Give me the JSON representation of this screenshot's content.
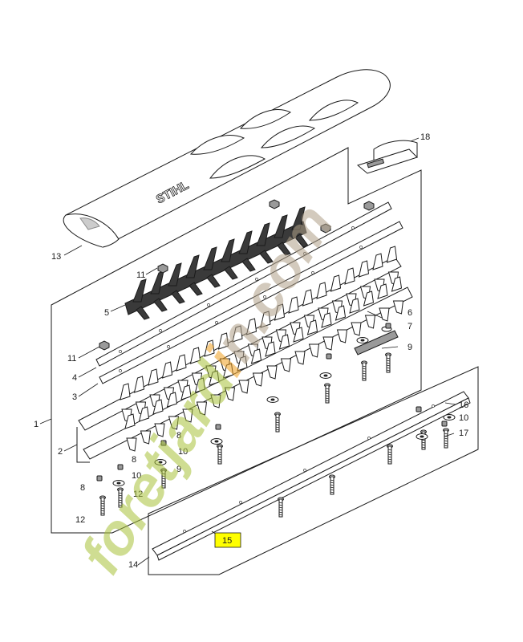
{
  "callouts": {
    "c1": "1",
    "c2": "2",
    "c3": "3",
    "c4": "4",
    "c5": "5",
    "c6": "6",
    "c7": "7",
    "c8a": "8",
    "c8b": "8",
    "c8c": "8",
    "c9a": "9",
    "c9b": "9",
    "c10a": "10",
    "c10b": "10",
    "c10c": "10",
    "c11a": "11",
    "c11b": "11",
    "c12a": "12",
    "c12b": "12",
    "c13": "13",
    "c14": "14",
    "c15": "15",
    "c16": "16",
    "c17": "17",
    "c18": "18"
  },
  "brand": "STIHL",
  "watermark": {
    "text": "foretjardin.com",
    "colors": [
      "#a8c23a",
      "#f0a020",
      "#b0a088"
    ]
  },
  "highlight_color": "#ffff00"
}
